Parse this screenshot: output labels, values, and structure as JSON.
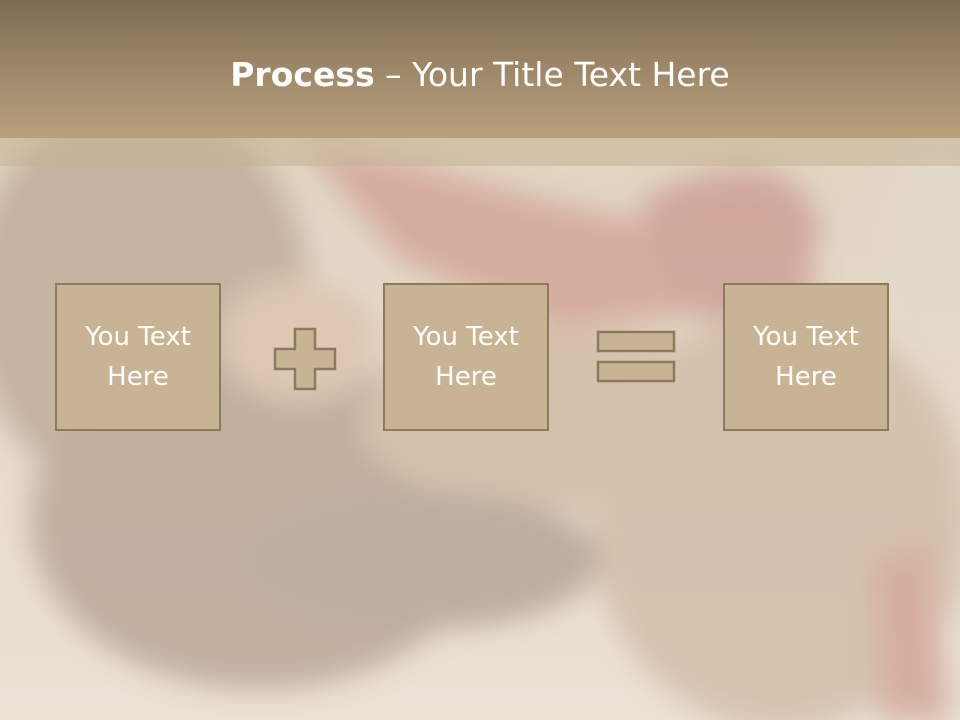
{
  "slide": {
    "title_bold": "Process",
    "title_rest": " – Your Title Text Here",
    "boxes": [
      {
        "label": "You Text Here"
      },
      {
        "label": "You Text Here"
      },
      {
        "label": "You Text Here"
      }
    ],
    "operators": [
      "plus-sign",
      "equals-sign"
    ]
  },
  "colors": {
    "header": "#9b8566",
    "box_fill": "#c8b495",
    "box_border": "#8c7a5f",
    "text": "#ffffff"
  }
}
